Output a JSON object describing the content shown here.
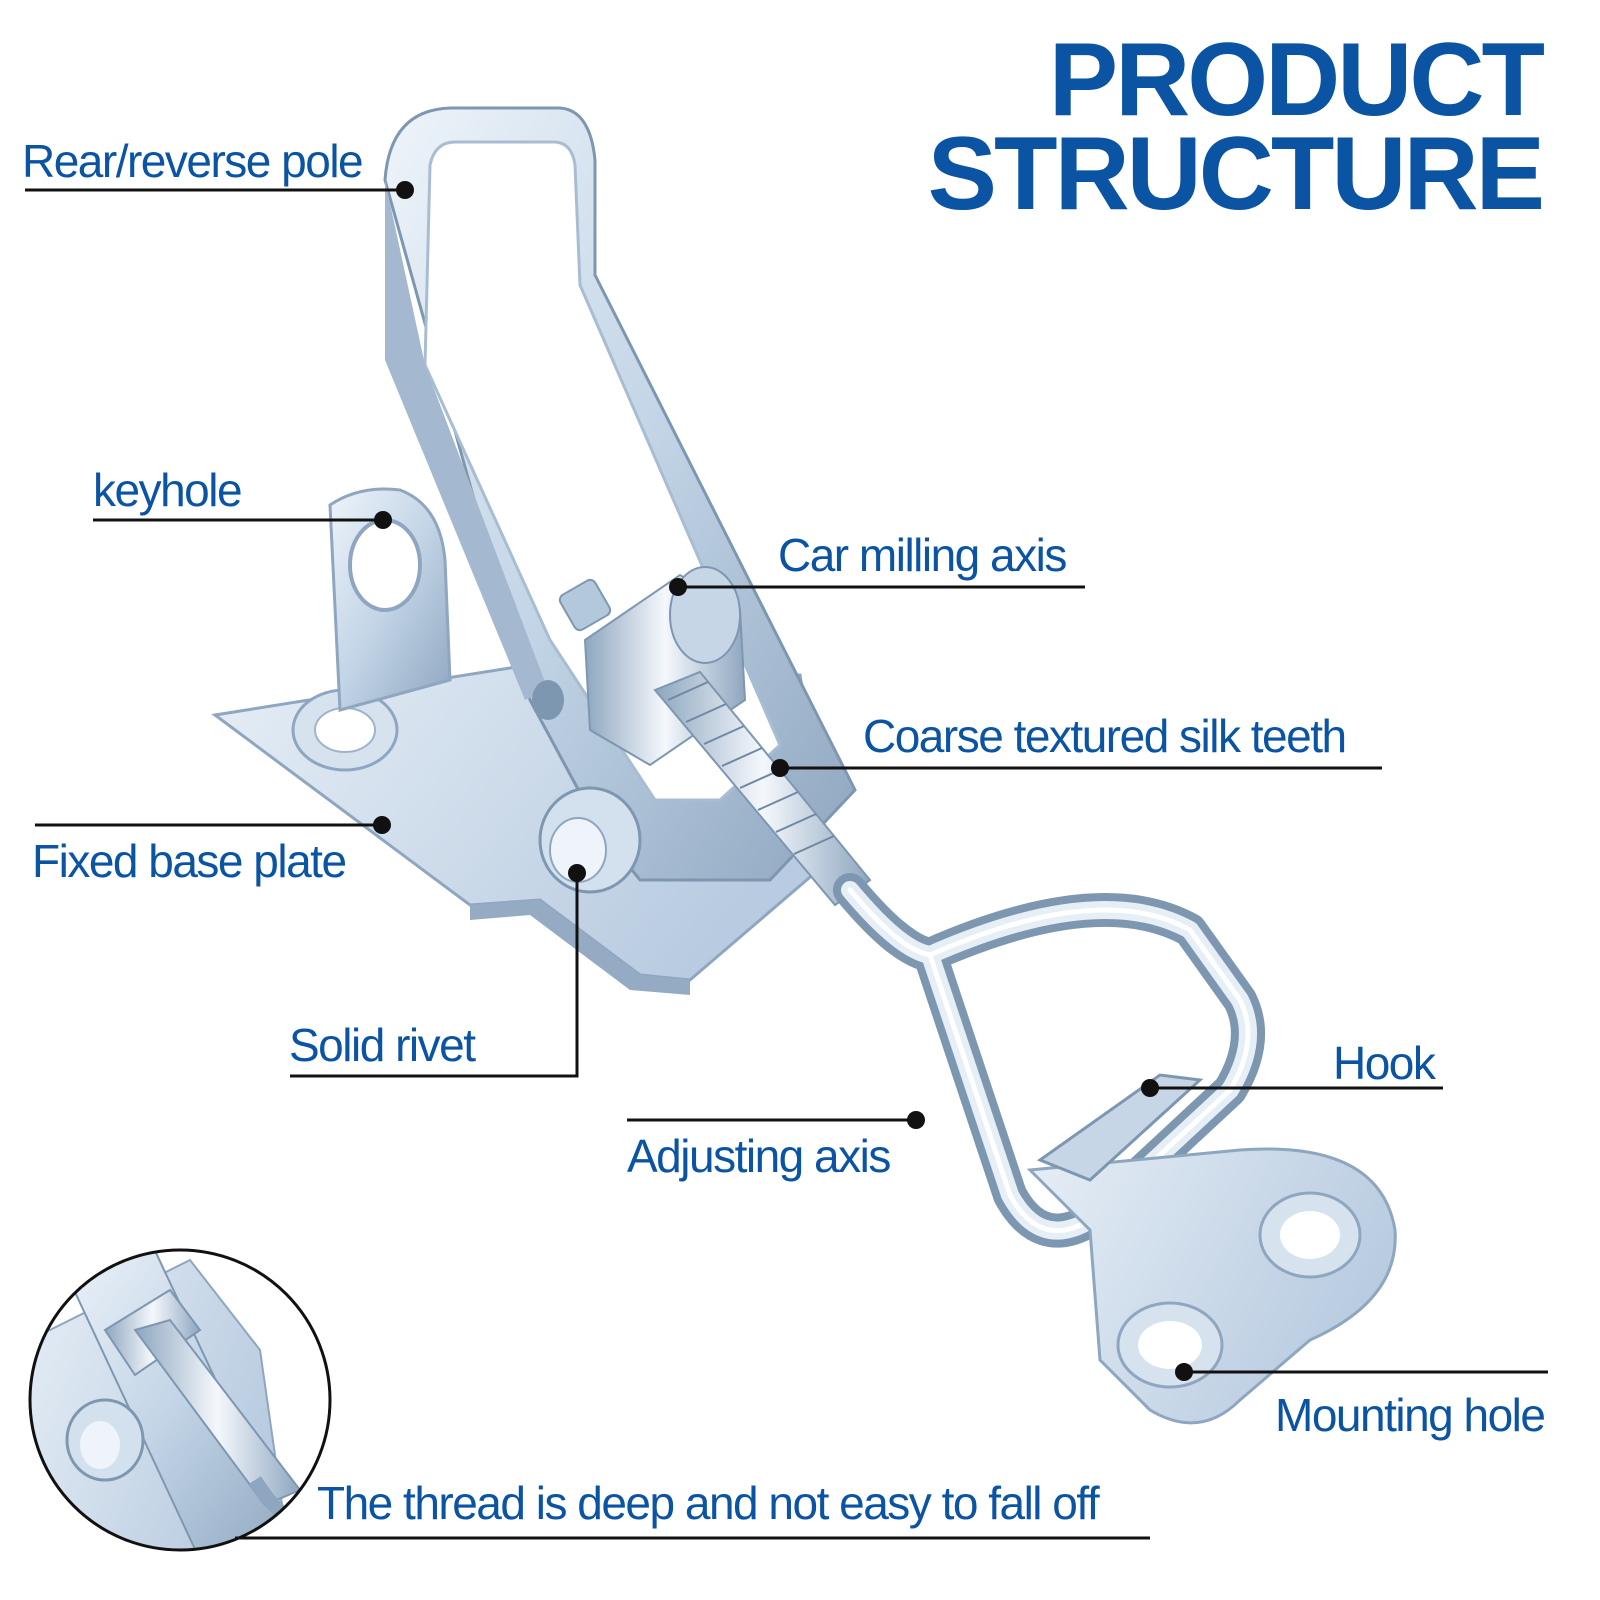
{
  "title": {
    "line1": "PRODUCT",
    "line2": "STRUCTURE",
    "color": "#0b54a3"
  },
  "labels": {
    "rear_pole": "Rear/reverse pole",
    "keyhole": "keyhole",
    "car_milling_axis": "Car milling axis",
    "coarse_teeth": "Coarse textured silk teeth",
    "fixed_base_plate": "Fixed base plate",
    "solid_rivet": "Solid rivet",
    "hook": "Hook",
    "adjusting_axis": "Adjusting axis",
    "mounting_hole": "Mounting hole",
    "thread_note": "The thread is deep and not easy to fall off"
  },
  "colors": {
    "label_text": "#0b54a3",
    "leader_line": "#111111",
    "metal_light": "#dde8f2",
    "metal_mid": "#b4c8dc",
    "metal_dark": "#7e97b1"
  }
}
